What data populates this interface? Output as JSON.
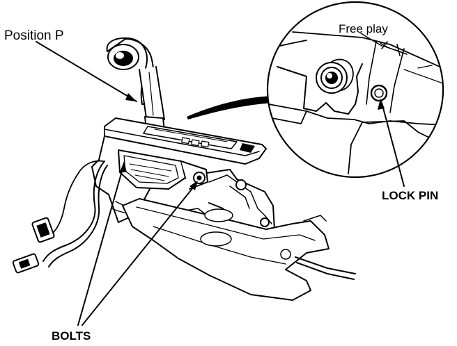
{
  "labels": {
    "position": "Position P",
    "free_play": "Free play",
    "lock_pin": "LOCK PIN",
    "bolts": "BOLTS"
  },
  "colors": {
    "ink": "#000000",
    "paper": "#ffffff"
  }
}
